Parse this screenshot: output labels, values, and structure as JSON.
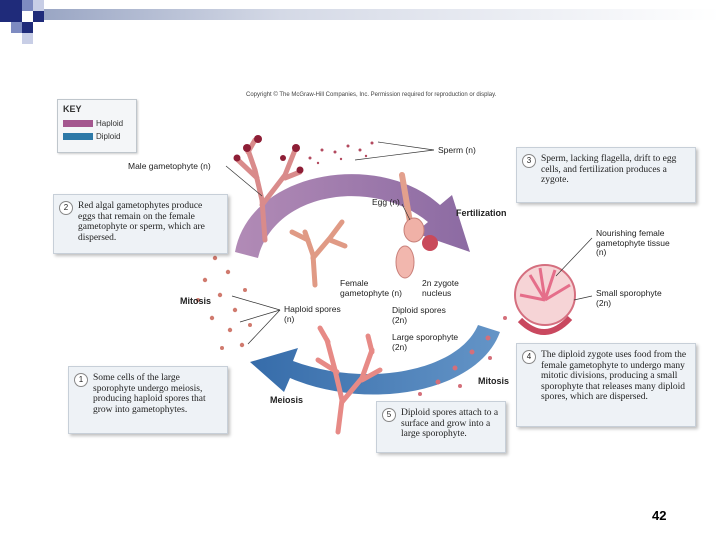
{
  "page": {
    "number": "42"
  },
  "figure": {
    "copyright": "Copyright © The McGraw-Hill Companies, Inc. Permission required for reproduction or display.",
    "key": {
      "title": "KEY",
      "haploid": "Haploid",
      "diploid": "Diploid",
      "haploid_color": "#a4578f",
      "diploid_color": "#2d79a8"
    },
    "labels": {
      "sperm": "Sperm (n)",
      "male_gametophyte": "Male gametophyte (n)",
      "egg": "Egg (n)",
      "fertilization": "Fertilization",
      "nourishing_line1": "Nourishing female",
      "nourishing_line2": "gametophyte tissue",
      "nourishing_line3": "(n)",
      "small_sporophyte_line1": "Small sporophyte",
      "small_sporophyte_line2": "(2n)",
      "female_gametophyte_line1": "Female",
      "female_gametophyte_line2": "gametophyte (n)",
      "zygote_line1": "2n zygote",
      "zygote_line2": "nucleus",
      "mitosis_left": "Mitosis",
      "haploid_spores_line1": "Haploid spores",
      "haploid_spores_line2": "(n)",
      "diploid_spores_line1": "Diploid spores",
      "diploid_spores_line2": "(2n)",
      "large_sporophyte_line1": "Large sporophyte",
      "large_sporophyte_line2": "(2n)",
      "mitosis_right": "Mitosis",
      "meiosis": "Meiosis"
    },
    "steps": [
      {
        "num": "1",
        "text": "Some cells of the large sporophyte undergo meiosis, producing haploid spores that grow into gametophytes."
      },
      {
        "num": "2",
        "text": "Red algal gametophytes produce eggs that remain on the female gametophyte or sperm, which are dispersed."
      },
      {
        "num": "3",
        "text": "Sperm, lacking flagella, drift to egg cells, and fertilization produces a zygote."
      },
      {
        "num": "4",
        "text": "The diploid zygote uses food from the female gametophyte to undergo many mitotic divisions, producing a small sporophyte that releases many diploid spores, which are dispersed."
      },
      {
        "num": "5",
        "text": "Diploid spores attach to a surface and grow into a large sporophyte."
      }
    ]
  }
}
